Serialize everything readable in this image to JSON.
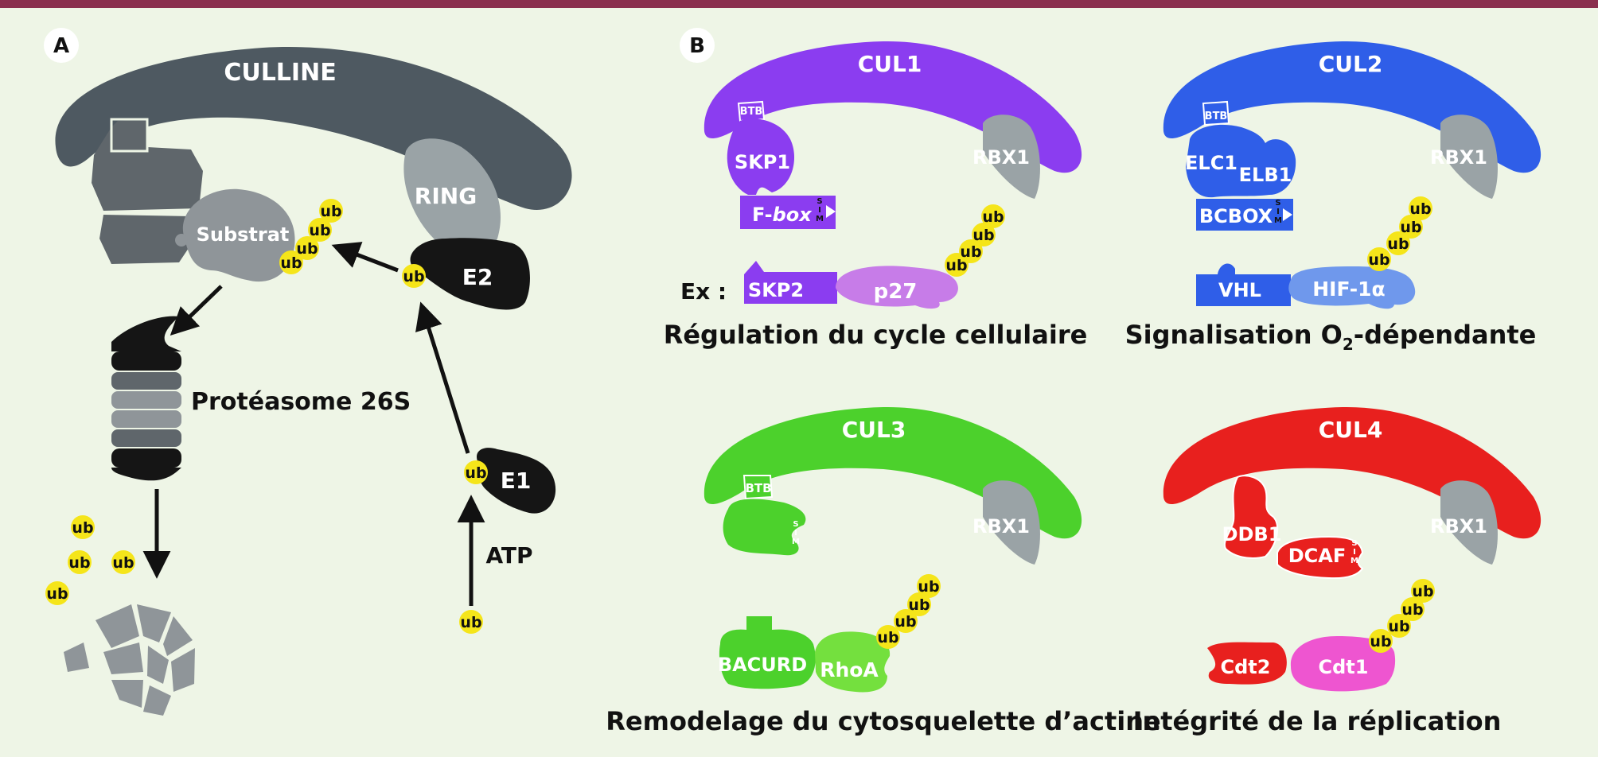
{
  "panels": {
    "a_letter": "A",
    "b_letter": "B"
  },
  "panel_a": {
    "culline": "CULLINE",
    "ring": "RING",
    "substrat": "Substrat",
    "e2": "E2",
    "e1": "E1",
    "atp": "ATP",
    "proteasome": "Protéasome 26S",
    "ub": "ub"
  },
  "panel_b": {
    "example_label": "Ex :",
    "cul1": {
      "title": "CUL1",
      "rbx": "RBX1",
      "btb": "BTB",
      "skp1": "SKP1",
      "fbox_prefix": "F-",
      "fbox_italic": "box",
      "sim": [
        "S",
        "I",
        "M"
      ],
      "skp2": "SKP2",
      "target": "p27",
      "caption": "Régulation du cycle cellulaire"
    },
    "cul2": {
      "title": "CUL2",
      "rbx": "RBX1",
      "btb": "BTB",
      "elc1": "ELC1",
      "elb1": "ELB1",
      "bcbox": "BCBOX",
      "sim": [
        "S",
        "I",
        "M"
      ],
      "vhl": "VHL",
      "target": "HIF-1α",
      "caption_part1": "Signalisation O",
      "caption_sub": "2",
      "caption_part2": "-dépendante"
    },
    "cul3": {
      "title": "CUL3",
      "rbx": "RBX1",
      "btb": "BTB",
      "sim": [
        "S",
        "I",
        "M"
      ],
      "bacurd": "BACURD",
      "target": "RhoA",
      "caption": "Remodelage du cytosquelette d’actine"
    },
    "cul4": {
      "title": "CUL4",
      "rbx": "RBX1",
      "ddb1": "DDB1",
      "dcaf": "DCAF",
      "sim": [
        "S",
        "I",
        "M"
      ],
      "cdt2": "Cdt2",
      "target": "Cdt1",
      "caption": "Intégrité de la réplication"
    }
  },
  "colors": {
    "background": "#eef5e6",
    "top_bar": "#8a2f4e",
    "culline_gray": "#4e5961",
    "adaptor_gray": "#5f666b",
    "light_gray": "#8f9599",
    "rbx_gray": "#9aa3a6",
    "black": "#151515",
    "ub_yellow": "#f5e51a",
    "cul1_purple": "#8b3df0",
    "p27_pink": "#c77ce8",
    "cul2_blue": "#2f5ee8",
    "hif_light_blue": "#6f98ec",
    "cul3_green": "#4cd12c",
    "rhoa_green": "#74e03e",
    "cul4_red": "#e8201e",
    "cdt1_pink": "#ee55d0"
  }
}
